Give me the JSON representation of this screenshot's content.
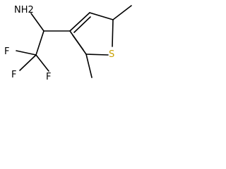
{
  "structure": {
    "atoms": {
      "amine": "NH2",
      "fluorine_1": "F",
      "fluorine_2": "F",
      "fluorine_3": "F",
      "sulfur": "S"
    },
    "colors": {
      "bond": "#000000",
      "text": "#000000",
      "sulfur": "#c8a000",
      "background": "#ffffff"
    }
  }
}
